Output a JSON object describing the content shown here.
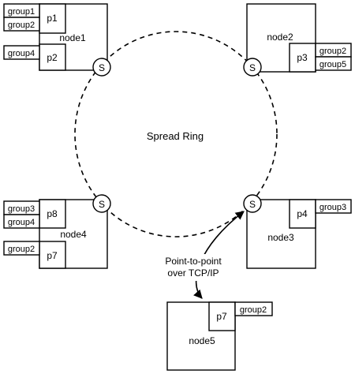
{
  "ring": {
    "label": "Spread Ring",
    "daemon_label": "S"
  },
  "nodes": {
    "node1": {
      "label": "node1",
      "procs": [
        {
          "name": "p1",
          "groups": [
            "group1",
            "group2"
          ]
        },
        {
          "name": "p2",
          "groups": [
            "group4"
          ]
        }
      ]
    },
    "node2": {
      "label": "node2",
      "procs": [
        {
          "name": "p3",
          "groups": [
            "group2",
            "group5"
          ]
        }
      ]
    },
    "node3": {
      "label": "node3",
      "procs": [
        {
          "name": "p4",
          "groups": [
            "group3"
          ]
        }
      ]
    },
    "node4": {
      "label": "node4",
      "procs": [
        {
          "name": "p8",
          "groups": [
            "group3",
            "group4"
          ]
        },
        {
          "name": "p7",
          "groups": [
            "group2"
          ]
        }
      ]
    },
    "node5": {
      "label": "node5",
      "procs": [
        {
          "name": "p7",
          "groups": [
            "group2"
          ]
        }
      ]
    }
  },
  "annotation": {
    "line1": "Point-to-point",
    "line2": "over TCP/IP"
  }
}
